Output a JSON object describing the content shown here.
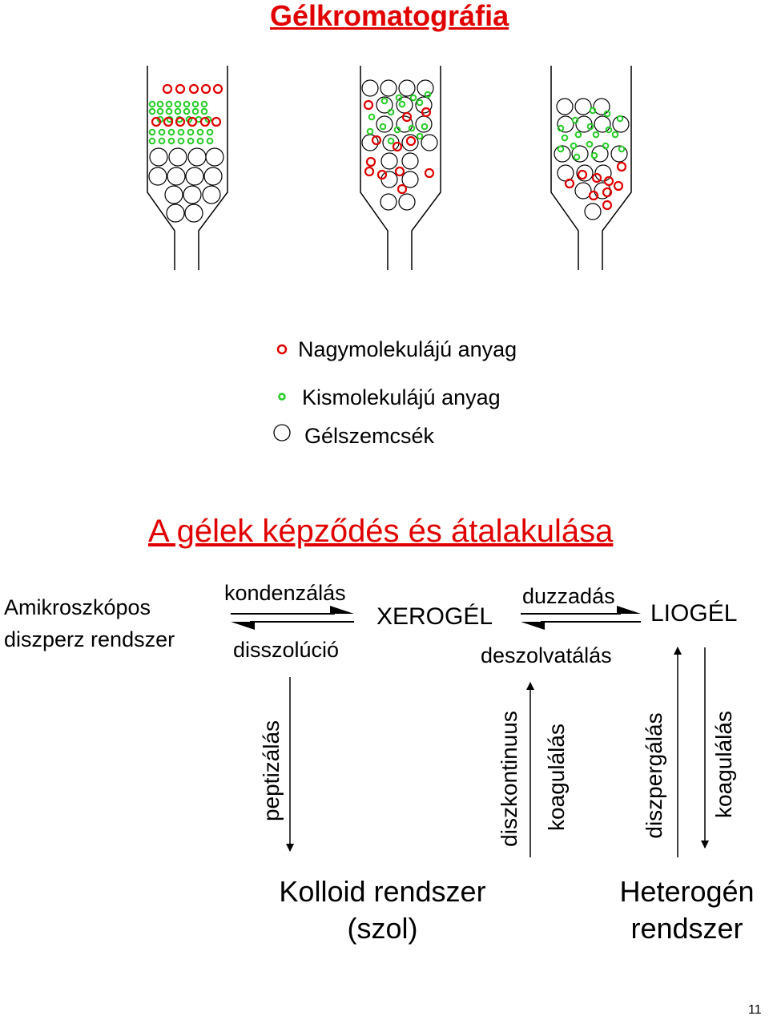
{
  "title": "Gélkromatográfia",
  "legend": {
    "large": "Nagymolekulájú anyag",
    "small": "Kismolekulájú anyag",
    "gel": "Gélszemcsék"
  },
  "section_title": "A gélek képződés és átalakulása",
  "nodes": {
    "amicro_line1": "Amikroszkópos",
    "amicro_line2": "diszperz rendszer",
    "xerogel": "XEROGÉL",
    "liogel": "LIOGÉL",
    "colloid_line1": "Kolloid rendszer",
    "colloid_line2": "(szol)",
    "hetero_line1": "Heterogén",
    "hetero_line2": "rendszer"
  },
  "processes": {
    "kondenzalas": "kondenzálás",
    "disszolucio": "disszolúció",
    "duzzadas": "duzzadás",
    "deszolvatalas": "deszolvatálás",
    "peptizalas": "peptizálás",
    "diszkontinuus": "diszkontinuus",
    "koagulalas1": "koagulálás",
    "diszpergalas": "diszpergálás",
    "koagulalas2": "koagulálás"
  },
  "colors": {
    "large_molecule": "#e00000",
    "small_molecule": "#22cc22",
    "gel_particle": "#000000",
    "title": "#e00000"
  },
  "page_number": "11"
}
